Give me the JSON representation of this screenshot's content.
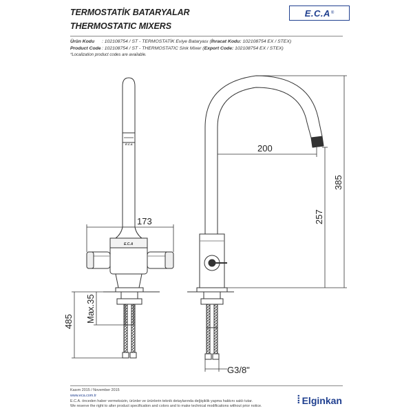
{
  "header": {
    "title_tr": "TERMOSTATİK BATARYALAR",
    "title_en": "THERMOSTATIC MIXERS",
    "logo_text": "E.C.A",
    "logo_mark": "®"
  },
  "product": {
    "tr_label": "Ürün Kodu",
    "tr_value_pre": ": 102108754 / ST - TERMOSTATİK Eviye Bataryası (",
    "tr_export_label": "İhracat Kodu:",
    "tr_value_post": " 102108754 EX / STEX)",
    "en_label": "Product Code",
    "en_value_pre": ": 102108754 / ST - THERMOSTATIC Sink Mixer (",
    "en_export_label": "Export Code:",
    "en_value_post": " 102108754 EX / STEX)",
    "note": "*Localization product codes are available."
  },
  "dimensions": {
    "d173": "173",
    "d200": "200",
    "d385": "385",
    "d257": "257",
    "d485": "485",
    "dmax35": "Max.35",
    "thread": "G3/8\""
  },
  "faucet_labels": {
    "front_mark": "E.C.A",
    "spout_mark": "E.C.A"
  },
  "footer": {
    "date": "Kasım 2015 / November 2015",
    "url": "www.eca.com.tr",
    "notice_tr": "E.C.A. önceden haber vermeksizin, ürünler ve ürünlerin teknik detaylarında değişiklik yapma hakkını saklı tutar.",
    "notice_en": "We reserve the right to alter product specification and colors and to make technical modifications without prior notice.",
    "brand": "Elginkan",
    "brand_mark": "⦙"
  }
}
